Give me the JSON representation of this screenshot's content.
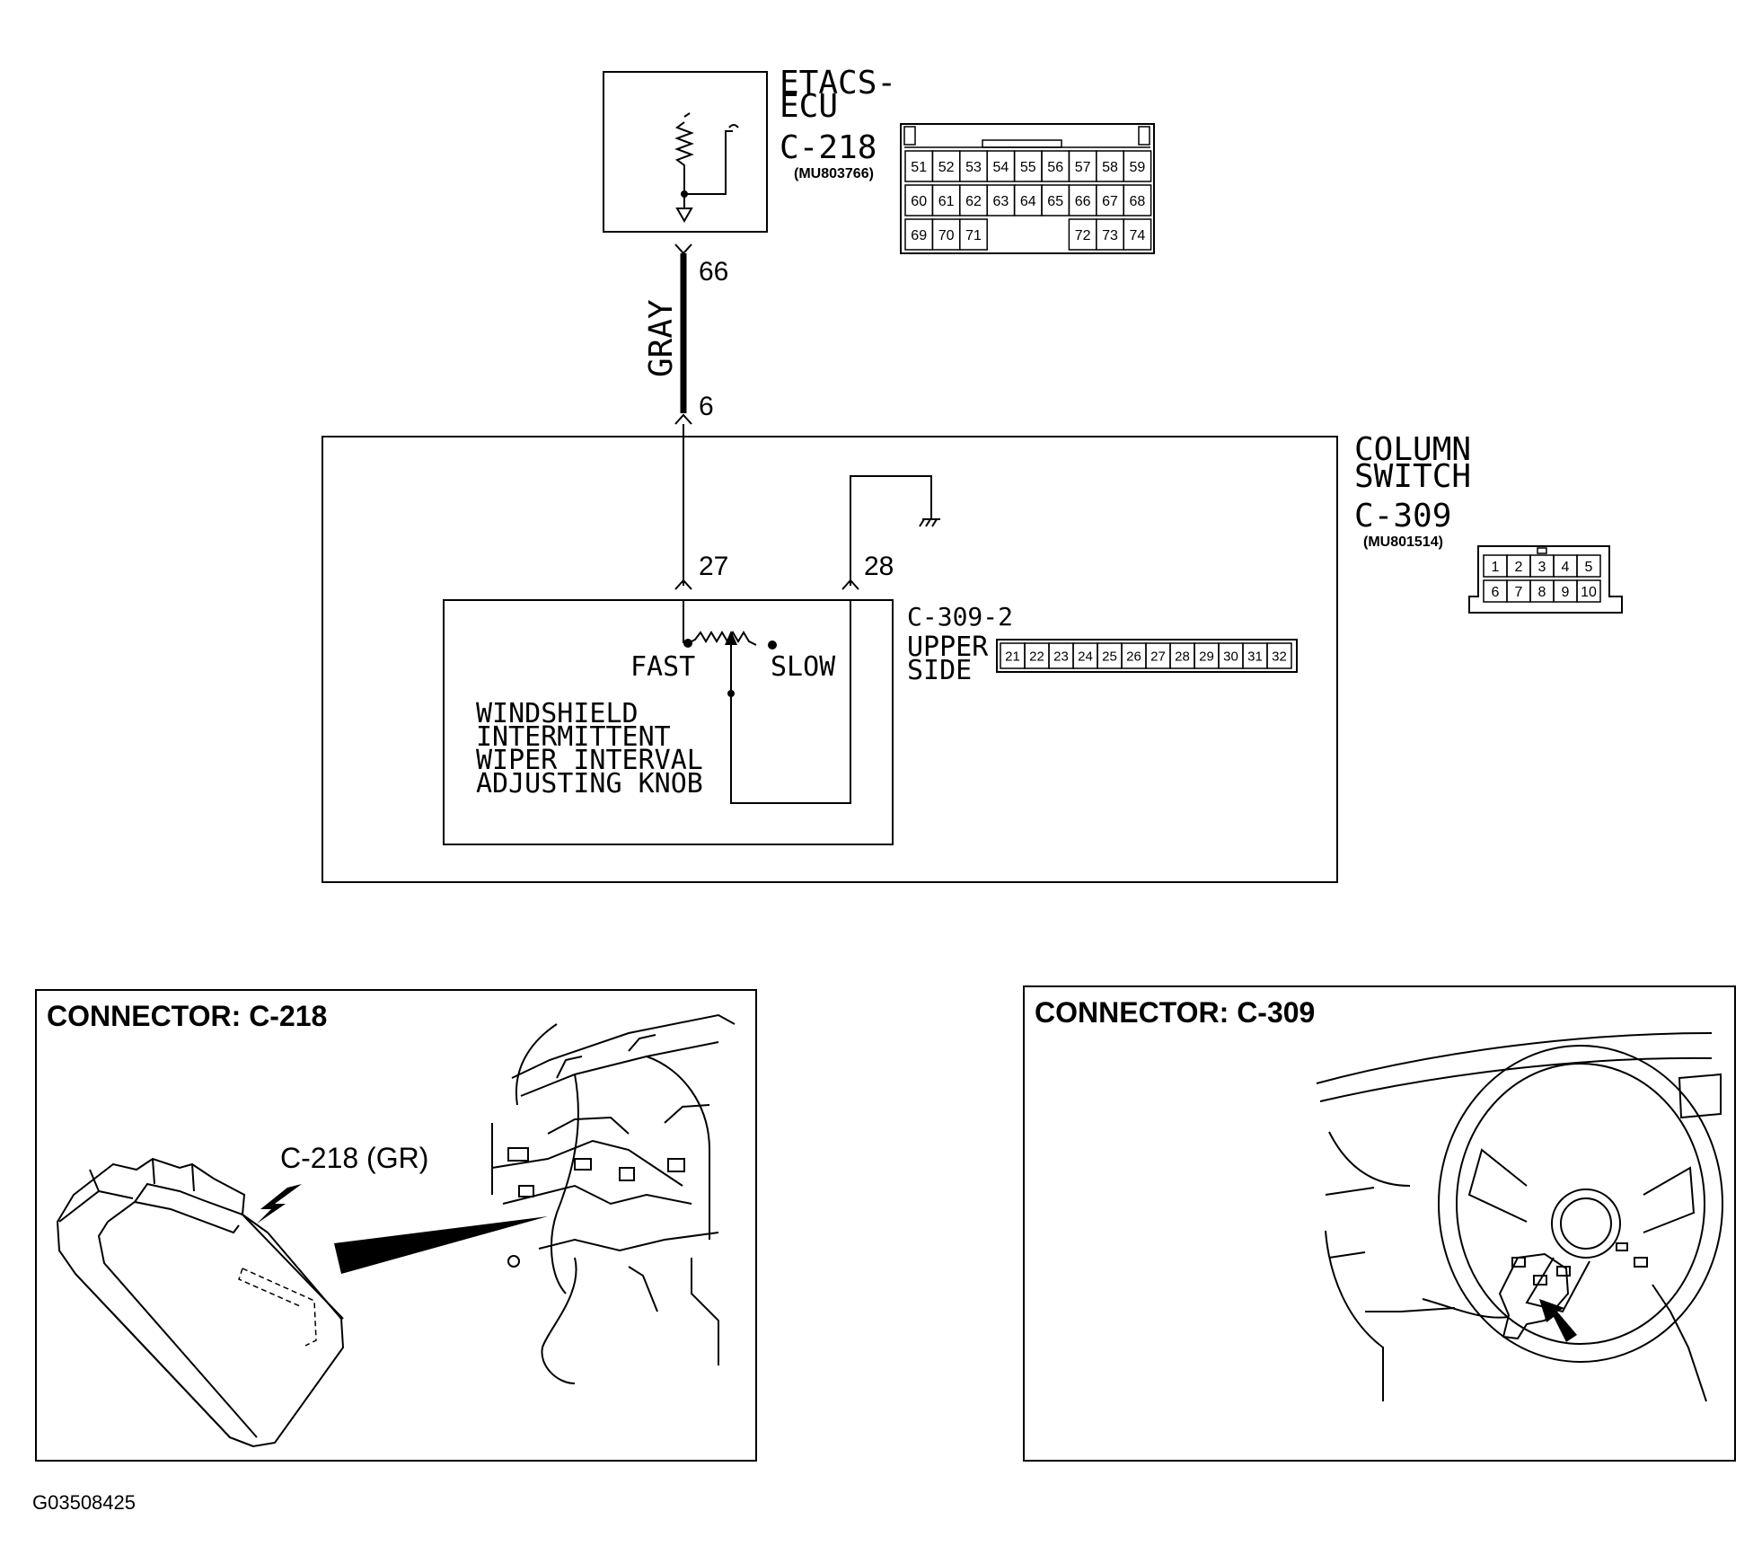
{
  "etacs": {
    "name_line1": "ETACS-",
    "name_line2": "ECU",
    "connector": "C-218",
    "part_no": "(MU803766)",
    "pins_row1": [
      "51",
      "52",
      "53",
      "54",
      "55",
      "56",
      "57",
      "58",
      "59"
    ],
    "pins_row2": [
      "60",
      "61",
      "62",
      "63",
      "64",
      "65",
      "66",
      "67",
      "68"
    ],
    "pins_row3_left": [
      "69",
      "70",
      "71"
    ],
    "pins_row3_right": [
      "72",
      "73",
      "74"
    ]
  },
  "wire": {
    "color": "GRAY",
    "top_pin": "66",
    "bottom_pin": "6"
  },
  "column_switch": {
    "name_line1": "COLUMN",
    "name_line2": "SWITCH",
    "connector": "C-309",
    "part_no": "(MU801514)",
    "pins_row1": [
      "1",
      "2",
      "3",
      "4",
      "5"
    ],
    "pins_row2": [
      "6",
      "7",
      "8",
      "9",
      "10"
    ]
  },
  "knob": {
    "pin_left": "27",
    "pin_right": "28",
    "fast": "FAST",
    "slow": "SLOW",
    "label_line1": "WINDSHIELD",
    "label_line2": "INTERMITTENT",
    "label_line3": "WIPER INTERVAL",
    "label_line4": "ADJUSTING KNOB"
  },
  "sub_connector": {
    "name": "C-309-2",
    "side_line1": "UPPER",
    "side_line2": "SIDE",
    "pins": [
      "21",
      "22",
      "23",
      "24",
      "25",
      "26",
      "27",
      "28",
      "29",
      "30",
      "31",
      "32"
    ]
  },
  "panel_left": {
    "title": "CONNECTOR: C-218",
    "callout": "C-218 (GR)"
  },
  "panel_right": {
    "title": "CONNECTOR: C-309"
  },
  "figure_id": "G03508425"
}
